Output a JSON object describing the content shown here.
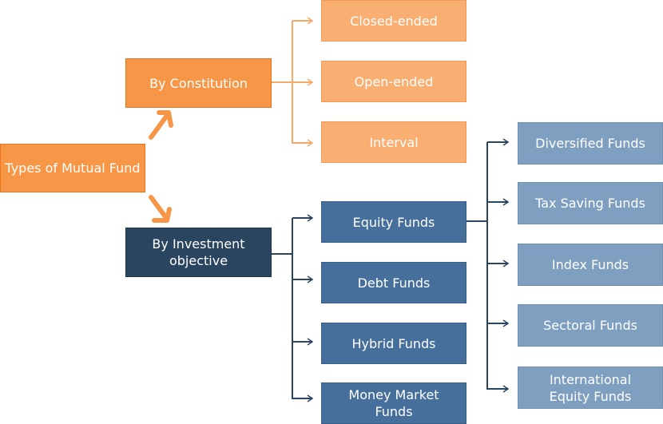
{
  "root": "Types of Mutual Fund",
  "branches": {
    "constitution": {
      "label": "By Constitution",
      "children": [
        "Closed-ended",
        "Open-ended",
        "Interval"
      ]
    },
    "objective": {
      "label": "By Investment objective",
      "children": [
        "Equity Funds",
        "Debt Funds",
        "Hybrid Funds",
        "Money Market Funds"
      ]
    }
  },
  "equity_children": [
    "Diversified Funds",
    "Tax Saving Funds",
    "Index Funds",
    "Sectoral Funds",
    "International Equity Funds"
  ],
  "colors": {
    "orange": "#f79646",
    "light_orange": "#f9ae72",
    "navy": "#2a4560",
    "blue": "#466f9b",
    "light_blue": "#7e9fc0"
  }
}
